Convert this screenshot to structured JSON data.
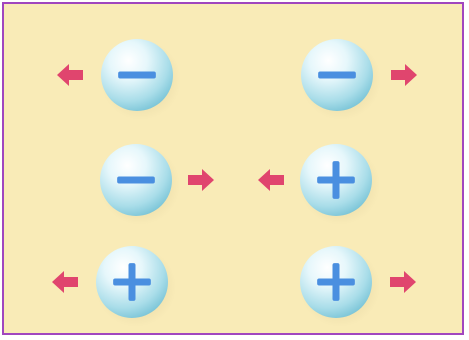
{
  "diagram": {
    "description_free": true,
    "background_color": "#f9ebb7",
    "border_color": "#a146bf",
    "arrow_color": "#e0456e",
    "sign_color": "#4a8fe0",
    "rows": [
      {
        "interaction": "repel",
        "charges": [
          {
            "sign": "negative",
            "arrow_direction": "left"
          },
          {
            "sign": "negative",
            "arrow_direction": "right"
          }
        ]
      },
      {
        "interaction": "attract",
        "charges": [
          {
            "sign": "negative",
            "arrow_direction": "right"
          },
          {
            "sign": "positive",
            "arrow_direction": "left"
          }
        ]
      },
      {
        "interaction": "repel",
        "charges": [
          {
            "sign": "positive",
            "arrow_direction": "left"
          },
          {
            "sign": "positive",
            "arrow_direction": "right"
          }
        ]
      }
    ]
  }
}
